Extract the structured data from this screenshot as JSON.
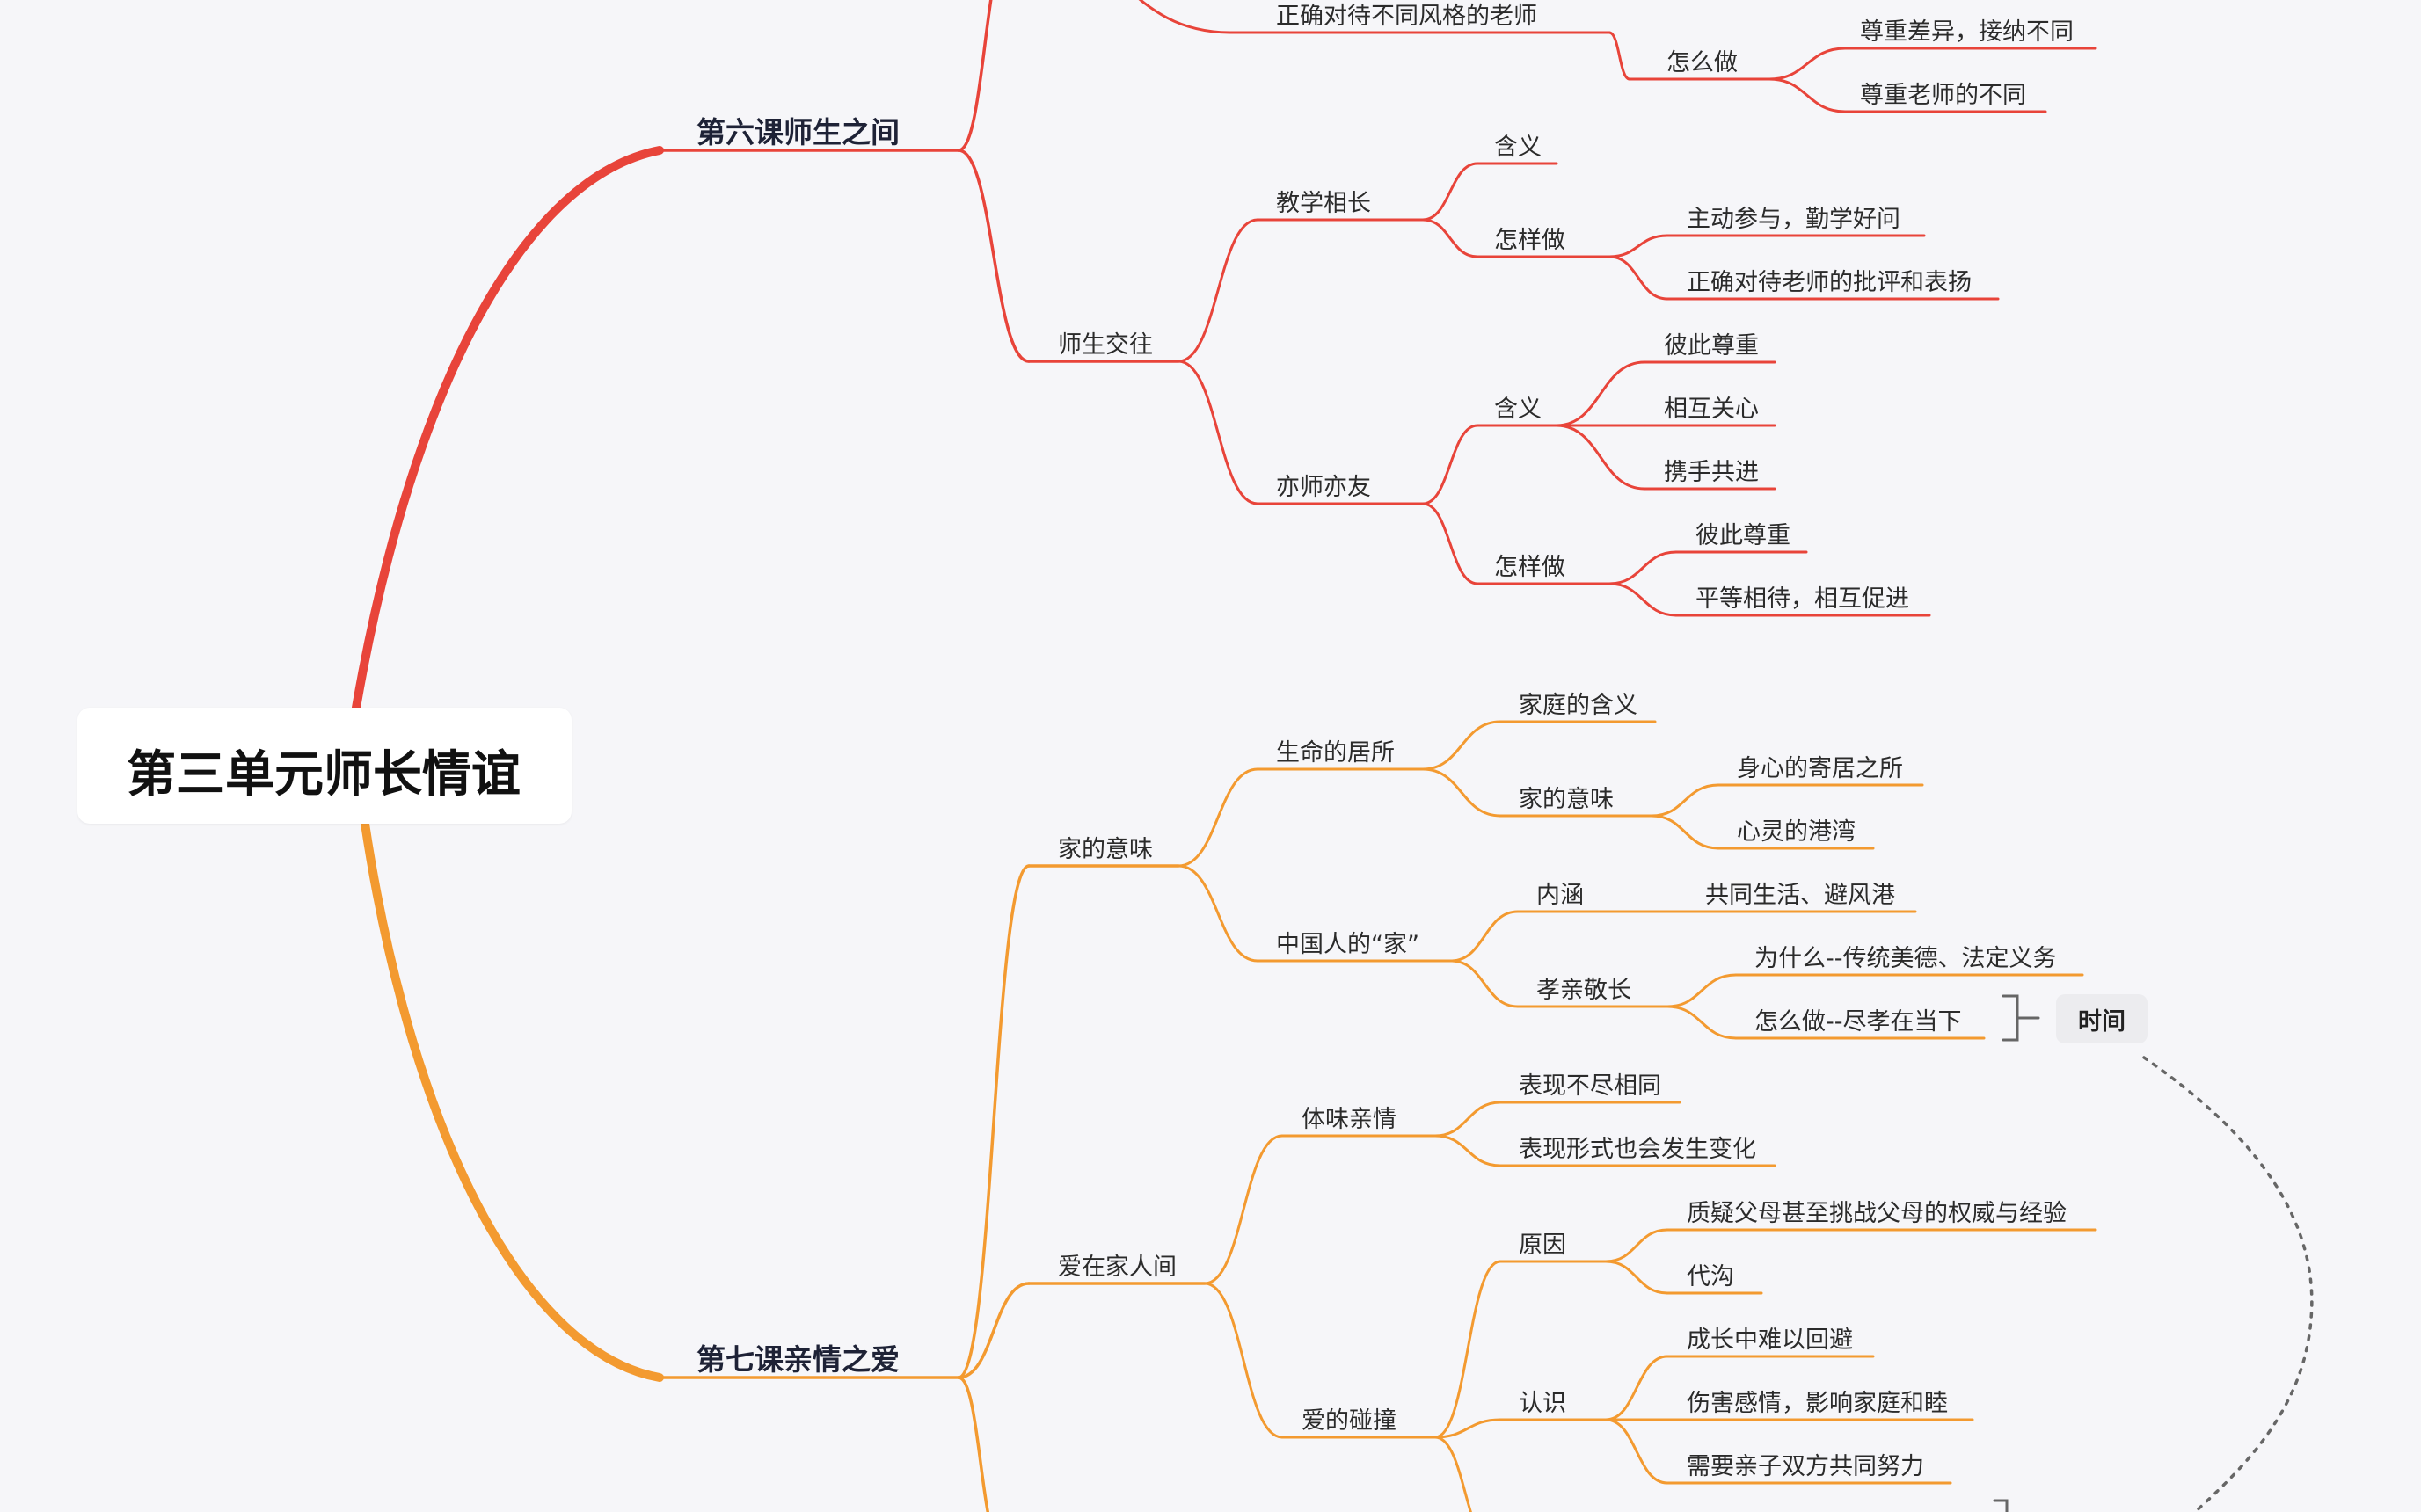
{
  "colors": {
    "unit6": "#e8443a",
    "unit7": "#f39a30",
    "connector": "#666666"
  },
  "root": {
    "label": "第三单元师长情谊"
  },
  "summary": {
    "label": "时间"
  },
  "nodes": [
    {
      "id": "l6",
      "parent": "root",
      "branch": "unit6",
      "label": "第六课师生之间"
    },
    {
      "id": "l6a",
      "parent": "l6",
      "branch": "unit6",
      "label": ""
    },
    {
      "id": "l6a1",
      "parent": "l6a",
      "branch": "unit6",
      "label": "正确对待不同风格的老师"
    },
    {
      "id": "l6a1b",
      "parent": "l6a1",
      "branch": "unit6",
      "label": "怎么做"
    },
    {
      "id": "l6a1b1",
      "parent": "l6a1b",
      "branch": "unit6",
      "label": "尊重差异，接纳不同"
    },
    {
      "id": "l6a1b2",
      "parent": "l6a1b",
      "branch": "unit6",
      "label": "尊重老师的不同"
    },
    {
      "id": "l6b",
      "parent": "l6",
      "branch": "unit6",
      "label": "师生交往"
    },
    {
      "id": "l6b1",
      "parent": "l6b",
      "branch": "unit6",
      "label": "教学相长"
    },
    {
      "id": "l6b1a",
      "parent": "l6b1",
      "branch": "unit6",
      "label": "含义"
    },
    {
      "id": "l6b1b",
      "parent": "l6b1",
      "branch": "unit6",
      "label": "怎样做"
    },
    {
      "id": "l6b1b1",
      "parent": "l6b1b",
      "branch": "unit6",
      "label": "主动参与，勤学好问"
    },
    {
      "id": "l6b1b2",
      "parent": "l6b1b",
      "branch": "unit6",
      "label": "正确对待老师的批评和表扬"
    },
    {
      "id": "l6b2",
      "parent": "l6b",
      "branch": "unit6",
      "label": "亦师亦友"
    },
    {
      "id": "l6b2a",
      "parent": "l6b2",
      "branch": "unit6",
      "label": "含义"
    },
    {
      "id": "l6b2a1",
      "parent": "l6b2a",
      "branch": "unit6",
      "label": "彼此尊重"
    },
    {
      "id": "l6b2a2",
      "parent": "l6b2a",
      "branch": "unit6",
      "label": "相互关心"
    },
    {
      "id": "l6b2a3",
      "parent": "l6b2a",
      "branch": "unit6",
      "label": "携手共进"
    },
    {
      "id": "l6b2b",
      "parent": "l6b2",
      "branch": "unit6",
      "label": "怎样做"
    },
    {
      "id": "l6b2b1",
      "parent": "l6b2b",
      "branch": "unit6",
      "label": "彼此尊重"
    },
    {
      "id": "l6b2b2",
      "parent": "l6b2b",
      "branch": "unit6",
      "label": "平等相待，相互促进"
    },
    {
      "id": "l7",
      "parent": "root",
      "branch": "unit7",
      "label": "第七课亲情之爱"
    },
    {
      "id": "l7a",
      "parent": "l7",
      "branch": "unit7",
      "label": "家的意味"
    },
    {
      "id": "l7a1",
      "parent": "l7a",
      "branch": "unit7",
      "label": "生命的居所"
    },
    {
      "id": "l7a1a",
      "parent": "l7a1",
      "branch": "unit7",
      "label": "家庭的含义"
    },
    {
      "id": "l7a1b",
      "parent": "l7a1",
      "branch": "unit7",
      "label": "家的意味"
    },
    {
      "id": "l7a1b1",
      "parent": "l7a1b",
      "branch": "unit7",
      "label": "身心的寄居之所"
    },
    {
      "id": "l7a1b2",
      "parent": "l7a1b",
      "branch": "unit7",
      "label": "心灵的港湾"
    },
    {
      "id": "l7a2",
      "parent": "l7a",
      "branch": "unit7",
      "label": "中国人的“家”"
    },
    {
      "id": "l7a2a",
      "parent": "l7a2",
      "branch": "unit7",
      "label": "内涵"
    },
    {
      "id": "l7a2a1",
      "parent": "l7a2a",
      "branch": "unit7",
      "label": "共同生活、避风港"
    },
    {
      "id": "l7a2b",
      "parent": "l7a2",
      "branch": "unit7",
      "label": "孝亲敬长"
    },
    {
      "id": "l7a2b1",
      "parent": "l7a2b",
      "branch": "unit7",
      "label": "为什么--传统美德、法定义务"
    },
    {
      "id": "l7a2b2",
      "parent": "l7a2b",
      "branch": "unit7",
      "label": "怎么做--尽孝在当下"
    },
    {
      "id": "l7b",
      "parent": "l7",
      "branch": "unit7",
      "label": "爱在家人间"
    },
    {
      "id": "l7b1",
      "parent": "l7b",
      "branch": "unit7",
      "label": "体味亲情"
    },
    {
      "id": "l7b1a",
      "parent": "l7b1",
      "branch": "unit7",
      "label": "表现不尽相同"
    },
    {
      "id": "l7b1b",
      "parent": "l7b1",
      "branch": "unit7",
      "label": "表现形式也会发生变化"
    },
    {
      "id": "l7b2",
      "parent": "l7b",
      "branch": "unit7",
      "label": "爱的碰撞"
    },
    {
      "id": "l7b2a",
      "parent": "l7b2",
      "branch": "unit7",
      "label": "原因"
    },
    {
      "id": "l7b2a1",
      "parent": "l7b2a",
      "branch": "unit7",
      "label": "质疑父母甚至挑战父母的权威与经验"
    },
    {
      "id": "l7b2a2",
      "parent": "l7b2a",
      "branch": "unit7",
      "label": "代沟"
    },
    {
      "id": "l7b2b",
      "parent": "l7b2",
      "branch": "unit7",
      "label": "认识"
    },
    {
      "id": "l7b2b1",
      "parent": "l7b2b",
      "branch": "unit7",
      "label": "成长中难以回避"
    },
    {
      "id": "l7b2b2",
      "parent": "l7b2b",
      "branch": "unit7",
      "label": "伤害感情，影响家庭和睦"
    },
    {
      "id": "l7b2b3",
      "parent": "l7b2b",
      "branch": "unit7",
      "label": "需要亲子双方共同努力"
    },
    {
      "id": "l7b2c",
      "parent": "l7b2",
      "branch": "unit7",
      "label": ""
    },
    {
      "id": "l7c",
      "parent": "l7",
      "branch": "unit7",
      "label": ""
    }
  ]
}
